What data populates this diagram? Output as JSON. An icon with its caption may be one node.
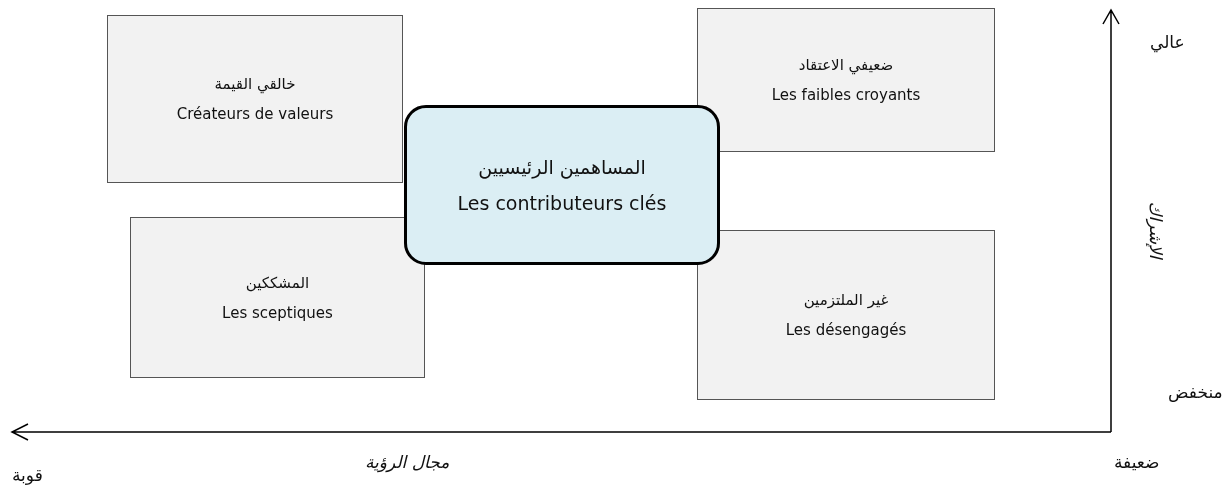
{
  "diagram": {
    "nodes": [
      {
        "text": [
          "خالقي القيمة",
          "Créateurs de valeurs"
        ]
      },
      {
        "text": [
          "ضعيفي الاعتقاد",
          "Les faibles croyants"
        ]
      },
      {
        "text": [
          "المساهمين الرئيسيين",
          "Les contributeurs clés"
        ]
      },
      {
        "text": [
          "المشككين",
          "Les sceptiques"
        ]
      },
      {
        "text": [
          "غير الملتزمين",
          "Les désengagés"
        ]
      }
    ],
    "edges": [],
    "labels": [
      "عالي",
      "الإشراك",
      "منخفض",
      "ضعيفة",
      "مجال الرؤية",
      "قوبة"
    ]
  }
}
